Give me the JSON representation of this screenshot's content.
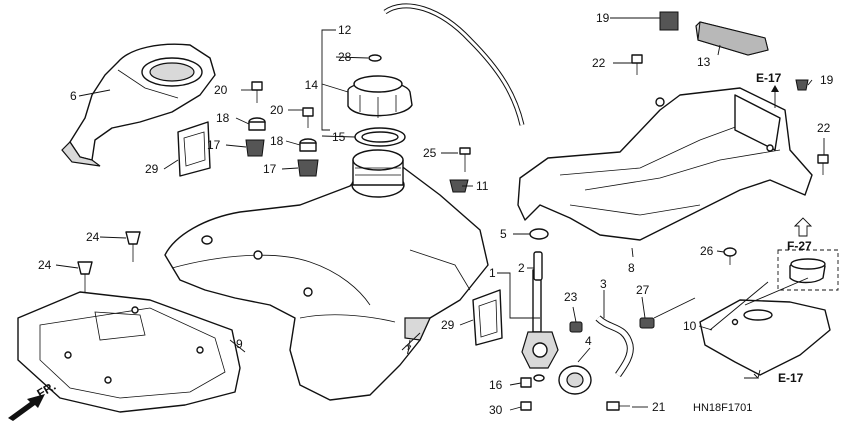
{
  "parts": {
    "p1": "1",
    "p2": "2",
    "p3": "3",
    "p4": "4",
    "p5": "5",
    "p6": "6",
    "p7": "7",
    "p8": "8",
    "p9": "9",
    "p10": "10",
    "p11": "11",
    "p12": "12",
    "p13": "13",
    "p14": "14",
    "p15": "15",
    "p16": "16",
    "p17a": "17",
    "p17b": "17",
    "p18a": "18",
    "p18b": "18",
    "p19a": "19",
    "p19b": "19",
    "p20a": "20",
    "p20b": "20",
    "p21": "21",
    "p22a": "22",
    "p22b": "22",
    "p23": "23",
    "p24a": "24",
    "p24b": "24",
    "p25": "25",
    "p26": "26",
    "p27": "27",
    "p28": "28",
    "p29a": "29",
    "p29b": "29",
    "p30": "30"
  },
  "refs": {
    "e17_top": "E-17",
    "f27": "F-27",
    "e17_bottom": "E-17"
  },
  "drawing_code": "HN18F1701",
  "direction_label": "FR."
}
